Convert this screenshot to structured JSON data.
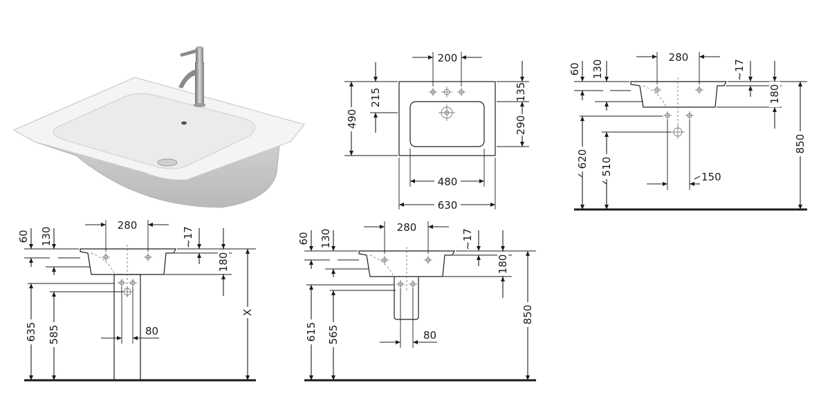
{
  "top_view": {
    "w_200": "200",
    "w_480": "480",
    "w_630": "630",
    "h_490": "490",
    "h_215": "215",
    "h_135": "135",
    "h_290": "290"
  },
  "side_view_wall": {
    "w_280": "280",
    "d_60": "60",
    "d_130": "130",
    "d_17": "~17",
    "d_180": "180",
    "h_620": "620",
    "h_510": "510",
    "d_150": "150",
    "h_850": "850"
  },
  "side_view_pedestal": {
    "w_280": "280",
    "d_60": "60",
    "d_130": "130",
    "d_17": "~17",
    "d_180": "180",
    "h_635": "635",
    "h_585": "585",
    "w_80": "80",
    "h_x": "X"
  },
  "side_view_semipedestal": {
    "w_280": "280",
    "d_60": "60",
    "d_130": "130",
    "d_17": "~17",
    "d_180": "180",
    "h_615": "615",
    "h_565": "565",
    "w_80": "80",
    "h_850": "850"
  },
  "colors": {
    "line": "#1a1a1a",
    "ceramic": "#f2f2f2",
    "shade": "#c9c9c9",
    "chrome": "#8a8a8a"
  }
}
